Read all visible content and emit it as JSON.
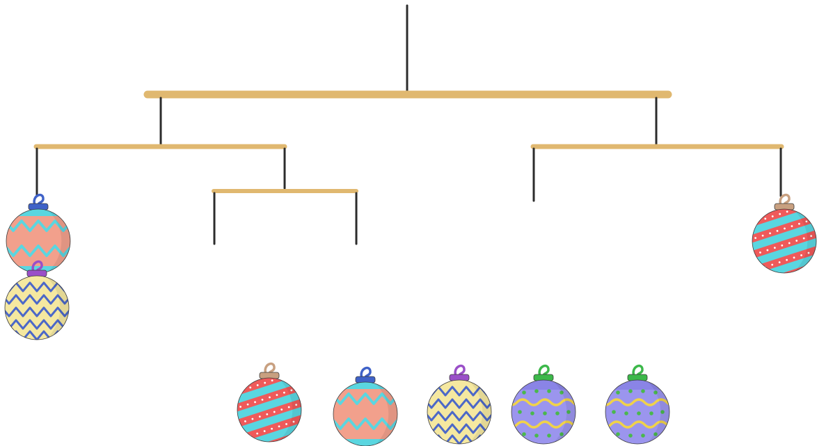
{
  "scene": "hanging-mobile-ornaments",
  "colors": {
    "background": "#ffffff",
    "beam": "#e0b870",
    "string": "#2c2c2c",
    "ball_outline": "#3a3a3a",
    "salmon": "#f2a08c",
    "cyan": "#5ad6e0",
    "red": "#ef5a5a",
    "cream": "#f5e8a0",
    "blue_zigzag": "#4c68c8",
    "lavender": "#9b95ee",
    "yellow_wave": "#f0d24a",
    "green_dot": "#4ab84c"
  },
  "hanging_ornaments": [
    {
      "pattern": "zigzag-salmon",
      "hook_color": "#3f62c8",
      "position": "left-end-top"
    },
    {
      "pattern": "zigzag-cream",
      "hook_color": "#9a4fc8",
      "position": "left-end-bottom"
    },
    {
      "pattern": "stripes-red",
      "hook_color": "#c8a080",
      "position": "right-end"
    }
  ],
  "tray_ornaments": [
    {
      "pattern": "stripes-red",
      "hook_color": "#c8a080"
    },
    {
      "pattern": "zigzag-salmon",
      "hook_color": "#3f62c8"
    },
    {
      "pattern": "zigzag-cream",
      "hook_color": "#9a4fc8"
    },
    {
      "pattern": "waves-lavender",
      "hook_color": "#3cb84a"
    },
    {
      "pattern": "waves-lavender",
      "hook_color": "#3cb84a"
    }
  ]
}
